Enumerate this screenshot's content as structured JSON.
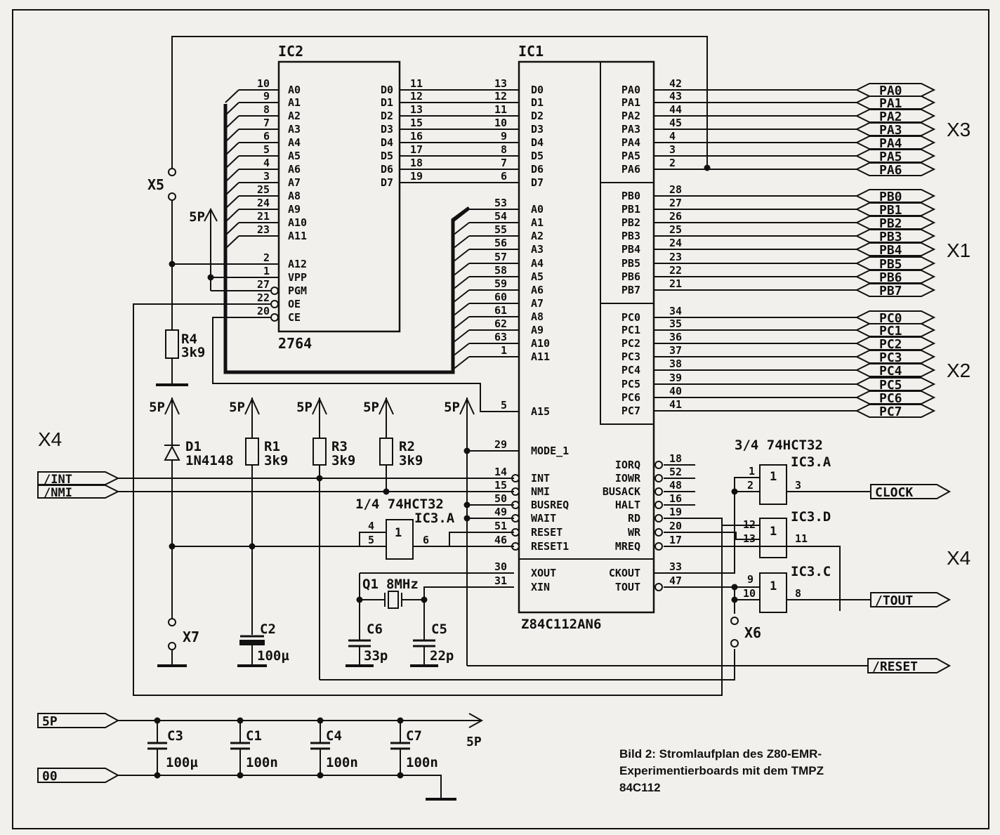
{
  "ic2": {
    "name": "IC2",
    "type": "2764",
    "left_pins": [
      {
        "num": "10",
        "label": "A0"
      },
      {
        "num": "9",
        "label": "A1"
      },
      {
        "num": "8",
        "label": "A2"
      },
      {
        "num": "7",
        "label": "A3"
      },
      {
        "num": "6",
        "label": "A4"
      },
      {
        "num": "5",
        "label": "A5"
      },
      {
        "num": "4",
        "label": "A6"
      },
      {
        "num": "3",
        "label": "A7"
      },
      {
        "num": "25",
        "label": "A8"
      },
      {
        "num": "24",
        "label": "A9"
      },
      {
        "num": "21",
        "label": "A10"
      },
      {
        "num": "23",
        "label": "A11"
      },
      {
        "num": "2",
        "label": "A12"
      },
      {
        "num": "1",
        "label": "VPP"
      },
      {
        "num": "27",
        "label": "PGM"
      },
      {
        "num": "22",
        "label": "OE"
      },
      {
        "num": "20",
        "label": "CE"
      }
    ],
    "right_pins": [
      {
        "num": "11",
        "label": "D0"
      },
      {
        "num": "12",
        "label": "D1"
      },
      {
        "num": "13",
        "label": "D2"
      },
      {
        "num": "15",
        "label": "D3"
      },
      {
        "num": "16",
        "label": "D4"
      },
      {
        "num": "17",
        "label": "D5"
      },
      {
        "num": "18",
        "label": "D6"
      },
      {
        "num": "19",
        "label": "D7"
      }
    ]
  },
  "ic1": {
    "name": "IC1",
    "type": "Z84C112AN6",
    "data_pins": [
      {
        "num": "13",
        "label": "D0"
      },
      {
        "num": "12",
        "label": "D1"
      },
      {
        "num": "11",
        "label": "D2"
      },
      {
        "num": "10",
        "label": "D3"
      },
      {
        "num": "9",
        "label": "D4"
      },
      {
        "num": "8",
        "label": "D5"
      },
      {
        "num": "7",
        "label": "D6"
      },
      {
        "num": "6",
        "label": "D7"
      }
    ],
    "addr_pins": [
      {
        "num": "53",
        "label": "A0"
      },
      {
        "num": "54",
        "label": "A1"
      },
      {
        "num": "55",
        "label": "A2"
      },
      {
        "num": "56",
        "label": "A3"
      },
      {
        "num": "57",
        "label": "A4"
      },
      {
        "num": "58",
        "label": "A5"
      },
      {
        "num": "59",
        "label": "A6"
      },
      {
        "num": "60",
        "label": "A7"
      },
      {
        "num": "61",
        "label": "A8"
      },
      {
        "num": "62",
        "label": "A9"
      },
      {
        "num": "63",
        "label": "A10"
      },
      {
        "num": "1",
        "label": "A11"
      }
    ],
    "a15": {
      "num": "5",
      "label": "A15"
    },
    "mode": {
      "num": "29",
      "label": "MODE_1"
    },
    "ctrl_left": [
      {
        "num": "14",
        "label": "INT"
      },
      {
        "num": "15",
        "label": "NMI"
      },
      {
        "num": "50",
        "label": "BUSREQ"
      },
      {
        "num": "49",
        "label": "WAIT"
      },
      {
        "num": "51",
        "label": "RESET"
      },
      {
        "num": "46",
        "label": "RESET1"
      }
    ],
    "ctrl_right": [
      {
        "num": "18",
        "label": "IORQ"
      },
      {
        "num": "52",
        "label": "IOWR"
      },
      {
        "num": "48",
        "label": "BUSACK"
      },
      {
        "num": "16",
        "label": "HALT"
      },
      {
        "num": "19",
        "label": "RD"
      },
      {
        "num": "20",
        "label": "WR"
      },
      {
        "num": "17",
        "label": "MREQ"
      }
    ],
    "clk_left": [
      {
        "num": "30",
        "label": "XOUT"
      },
      {
        "num": "31",
        "label": "XIN"
      }
    ],
    "clk_right": [
      {
        "num": "33",
        "label": "CKOUT"
      },
      {
        "num": "47",
        "label": "TOUT"
      }
    ],
    "port_a": [
      {
        "num": "42",
        "label": "PA0"
      },
      {
        "num": "43",
        "label": "PA1"
      },
      {
        "num": "44",
        "label": "PA2"
      },
      {
        "num": "45",
        "label": "PA3"
      },
      {
        "num": "4",
        "label": "PA4"
      },
      {
        "num": "3",
        "label": "PA5"
      },
      {
        "num": "2",
        "label": "PA6"
      }
    ],
    "port_b": [
      {
        "num": "28",
        "label": "PB0"
      },
      {
        "num": "27",
        "label": "PB1"
      },
      {
        "num": "26",
        "label": "PB2"
      },
      {
        "num": "25",
        "label": "PB3"
      },
      {
        "num": "24",
        "label": "PB4"
      },
      {
        "num": "23",
        "label": "PB5"
      },
      {
        "num": "22",
        "label": "PB6"
      },
      {
        "num": "21",
        "label": "PB7"
      }
    ],
    "port_c": [
      {
        "num": "34",
        "label": "PC0"
      },
      {
        "num": "35",
        "label": "PC1"
      },
      {
        "num": "36",
        "label": "PC2"
      },
      {
        "num": "37",
        "label": "PC3"
      },
      {
        "num": "38",
        "label": "PC4"
      },
      {
        "num": "39",
        "label": "PC5"
      },
      {
        "num": "40",
        "label": "PC6"
      },
      {
        "num": "41",
        "label": "PC7"
      }
    ]
  },
  "connectors": {
    "x1": "X1",
    "x2": "X2",
    "x3": "X3",
    "x4": "X4",
    "x4_right": "X4",
    "x5": "X5",
    "x6": "X6",
    "x7": "X7"
  },
  "supply": "5P",
  "ground_label": "00",
  "signals": {
    "int": "/INT",
    "nmi": "/NMI",
    "clock": "CLOCK",
    "tout": "/TOUT",
    "reset": "/RESET"
  },
  "components": {
    "r4": {
      "name": "R4",
      "value": "3k9"
    },
    "r1": {
      "name": "R1",
      "value": "3k9"
    },
    "r3": {
      "name": "R3",
      "value": "3k9"
    },
    "r2": {
      "name": "R2",
      "value": "3k9"
    },
    "d1": {
      "name": "D1",
      "value": "1N4148"
    },
    "c2": {
      "name": "C2",
      "value": "100µ"
    },
    "q1": {
      "name": "Q1",
      "value": "8MHz"
    },
    "c6": {
      "name": "C6",
      "value": "33p"
    },
    "c5": {
      "name": "C5",
      "value": "22p"
    },
    "c3": {
      "name": "C3",
      "value": "100µ"
    },
    "c1": {
      "name": "C1",
      "value": "100n"
    },
    "c4": {
      "name": "C4",
      "value": "100n"
    },
    "c7": {
      "name": "C7",
      "value": "100n"
    }
  },
  "gates": {
    "ic3_group_left": "1/4 74HCT32",
    "ic3_group_right": "3/4 74HCT32",
    "ic3a_left": {
      "name": "IC3.A",
      "in1": "4",
      "in2": "5",
      "out": "6"
    },
    "ic3a_right": {
      "name": "IC3.A",
      "in1": "1",
      "in2": "2",
      "out": "3"
    },
    "ic3d": {
      "name": "IC3.D",
      "in1": "12",
      "in2": "13",
      "out": "11"
    },
    "ic3c": {
      "name": "IC3.C",
      "in1": "9",
      "in2": "10",
      "out": "8"
    },
    "or_symbol": "1"
  },
  "caption": {
    "line1": "Bild 2: Stromlaufplan des Z80-EMR-",
    "line2": "Experimentierboards mit dem TMPZ",
    "line3": "84C112"
  }
}
